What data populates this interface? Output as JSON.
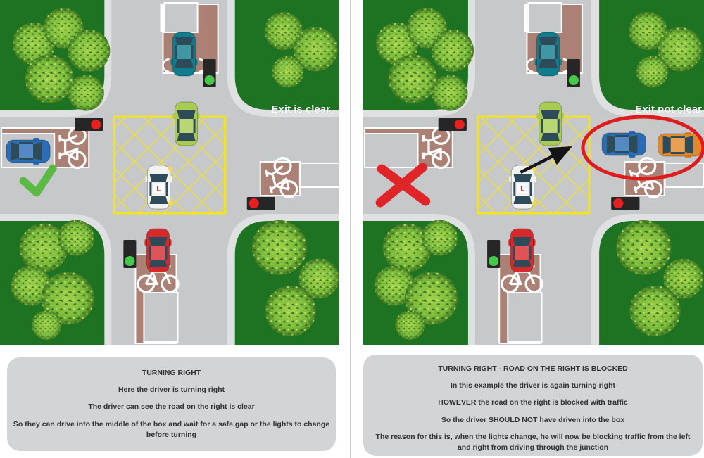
{
  "panels": {
    "left": {
      "exit_label": "Exit is clear",
      "verdict_icon": "green-checkmark",
      "vehicles": [
        "teal car approaching from top",
        "lime car driving through junction",
        "white learner car waiting inside box junction indicating right",
        "red car waiting at bottom approach",
        "blue car waiting at red light on left road"
      ],
      "caption": {
        "title": "TURNING RIGHT",
        "lines": [
          "Here the driver is turning right",
          "The driver can see the road on the right is clear",
          "So they can drive into the middle of the box and wait for a safe gap or the lights to change before turning"
        ]
      }
    },
    "right": {
      "exit_label": "Exit not clear",
      "verdict_icon": "red-cross",
      "vehicles": [
        "teal car approaching from top",
        "lime car driving through junction",
        "white learner car wrongly inside box junction indicating right",
        "red car waiting at bottom approach",
        "blue car blocking right exit",
        "orange car blocking right exit"
      ],
      "caption": {
        "title": "TURNING RIGHT - ROAD ON THE RIGHT IS BLOCKED",
        "lines": [
          "In this example the driver is again turning right",
          "HOWEVER the road on the right is blocked with traffic",
          "So the driver SHOULD NOT have driven into the box",
          "The reason for this is, when the lights change, he will now be blocking traffic from the left and right from driving through the junction"
        ]
      }
    }
  },
  "junction": {
    "traffic_lights": {
      "top": "green",
      "left": "red",
      "right": "red",
      "bottom": "green"
    },
    "markings": "yellow criss-cross box junction with cycle lanes on all four approaches"
  },
  "learner_plate": "L",
  "colors": {
    "grass": "#1d7321",
    "road": "#c6c8ca",
    "sidewalk": "#dfe0e1",
    "cycle_lane": "#ac8175",
    "box_yellow": "#f2e41f",
    "check_green": "#5cb946",
    "cross_red": "#e02528",
    "highlight_red": "#e01b1c",
    "arrow_black": "#141414",
    "light_red": "#e8201f",
    "light_green": "#46c94b",
    "car_teal": "#117c8c",
    "car_green": "#a8cb52",
    "car_white": "#f2f2f2",
    "car_red": "#d7282c",
    "car_blue": "#2a6cb5",
    "car_orange": "#e3892b"
  }
}
